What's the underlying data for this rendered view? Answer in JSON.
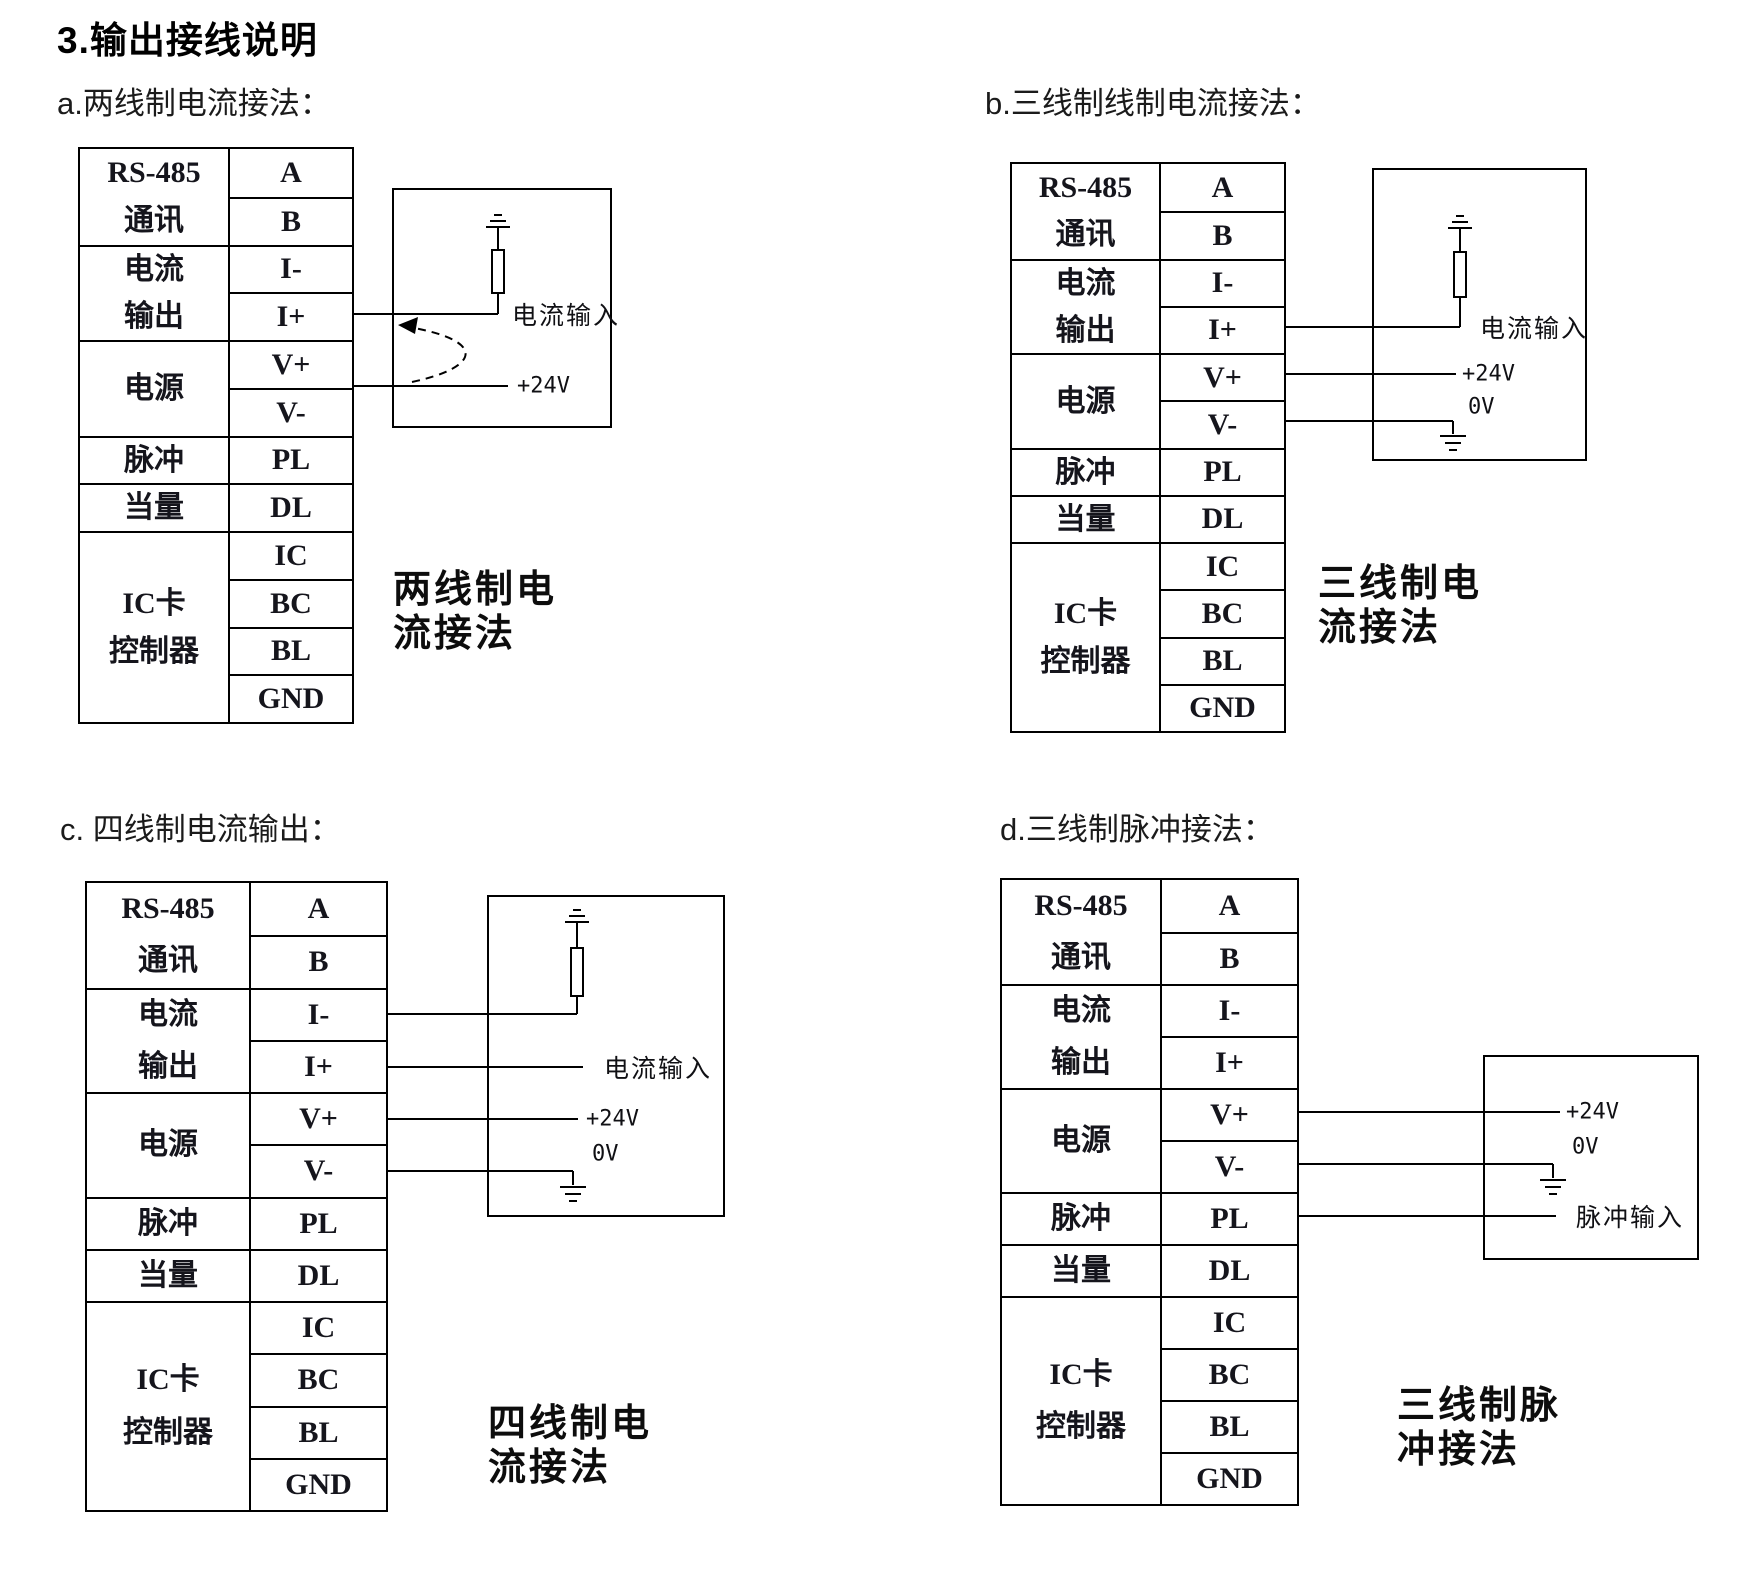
{
  "title": "3.输出接线说明",
  "terminals": [
    "A",
    "B",
    "I-",
    "I+",
    "V+",
    "V-",
    "PL",
    "DL",
    "IC",
    "BC",
    "BL",
    "GND"
  ],
  "groups": [
    {
      "label_lines": [
        "RS-485",
        "通讯"
      ],
      "span": 2
    },
    {
      "label_lines": [
        "电流",
        "输出"
      ],
      "span": 2
    },
    {
      "label_lines": [
        "电源"
      ],
      "span": 2
    },
    {
      "label_lines": [
        "脉冲"
      ],
      "span": 1
    },
    {
      "label_lines": [
        "当量"
      ],
      "span": 1
    },
    {
      "label_lines": [
        "IC卡",
        "控制器"
      ],
      "span": 4
    }
  ],
  "diagrams": [
    {
      "id": "a",
      "subtitle": "a.两线制电流接法：",
      "caption_lines": [
        "两线制电",
        "流接法"
      ],
      "box_labels": {
        "current_input": "电流输入",
        "v24": "+24V"
      }
    },
    {
      "id": "b",
      "subtitle": "b.三线制线制电流接法：",
      "caption_lines": [
        "三线制电",
        "流接法"
      ],
      "box_labels": {
        "current_input": "电流输入",
        "v24": "+24V",
        "v0": "0V"
      }
    },
    {
      "id": "c",
      "subtitle": "c. 四线制电流输出：",
      "caption_lines": [
        "四线制电",
        "流接法"
      ],
      "box_labels": {
        "current_input": "电流输入",
        "v24": "+24V",
        "v0": "0V"
      }
    },
    {
      "id": "d",
      "subtitle": "d.三线制脉冲接法：",
      "caption_lines": [
        "三线制脉",
        "冲接法"
      ],
      "box_labels": {
        "v24": "+24V",
        "v0": "0V",
        "pulse_input": "脉冲输入"
      }
    }
  ]
}
